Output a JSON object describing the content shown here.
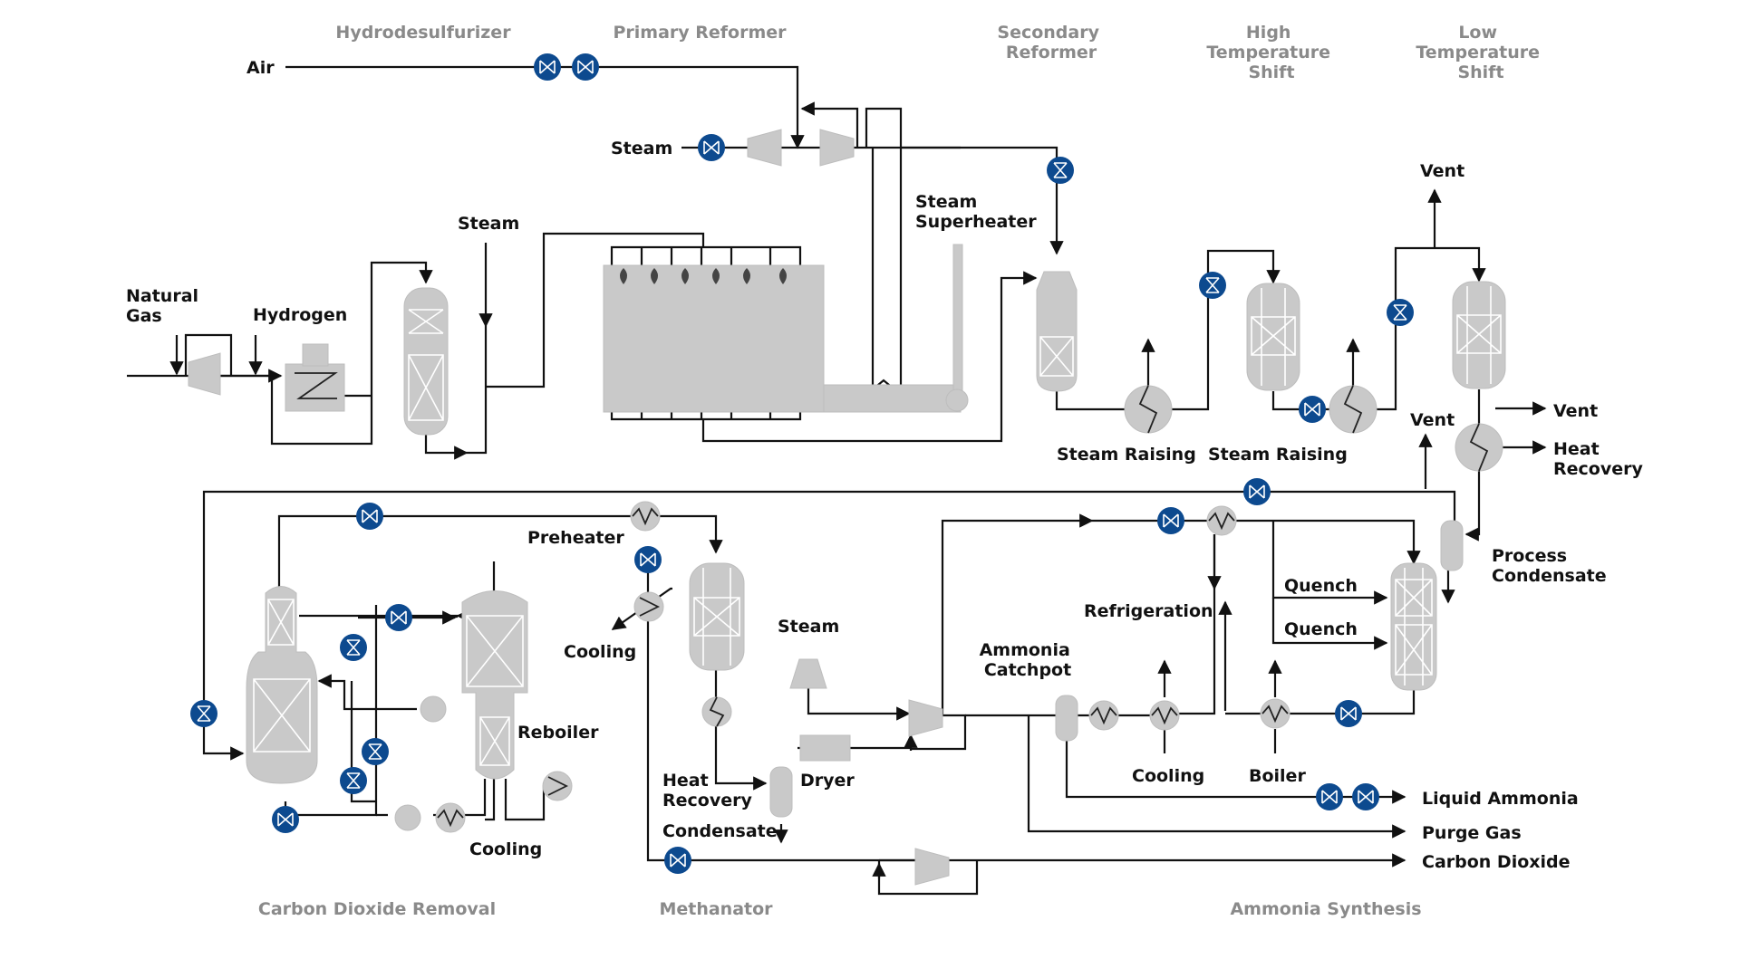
{
  "colors": {
    "valve": "#0d4a8f",
    "equipment": "#c9c9c9",
    "pipe": "#111111",
    "section_label": "#8a8a8a",
    "label": "#111111"
  },
  "sections": {
    "hydrodesulfurizer": "Hydrodesulfurizer",
    "primary_reformer": "Primary Reformer",
    "secondary_reformer": [
      "Secondary",
      "Reformer"
    ],
    "high_temp_shift": [
      "High",
      "Temperature",
      "Shift"
    ],
    "low_temp_shift": [
      "Low",
      "Temperature",
      "Shift"
    ],
    "co2_removal": "Carbon Dioxide Removal",
    "methanator": "Methanator",
    "ammonia_synthesis": "Ammonia Synthesis"
  },
  "labels": {
    "air": "Air",
    "steam_top": "Steam",
    "steam_hds": "Steam",
    "natural_gas": [
      "Natural",
      "Gas"
    ],
    "hydrogen": "Hydrogen",
    "steam_superheater": [
      "Steam",
      "Superheater"
    ],
    "vent_top": "Vent",
    "steam_raising_1": "Steam Raising",
    "steam_raising_2": "Steam Raising",
    "vent_right": "Vent",
    "vent_mid": "Vent",
    "heat_recovery_right": [
      "Heat",
      "Recovery"
    ],
    "process_condensate": [
      "Process",
      "Condensate"
    ],
    "preheater": "Preheater",
    "cooling_methanator": "Cooling",
    "reboiler": "Reboiler",
    "cooling_co2": "Cooling",
    "steam_synthesis": "Steam",
    "heat_recovery_meth": [
      "Heat",
      "Recovery"
    ],
    "dryer": "Dryer",
    "condensate": "Condensate",
    "ammonia_catchpot": [
      "Ammonia",
      "Catchpot"
    ],
    "refrigeration": "Refrigeration",
    "quench_1": "Quench",
    "quench_2": "Quench",
    "cooling_synthesis": "Cooling",
    "boiler": "Boiler",
    "liquid_ammonia": "Liquid Ammonia",
    "purge_gas": "Purge Gas",
    "carbon_dioxide": "Carbon Dioxide"
  }
}
